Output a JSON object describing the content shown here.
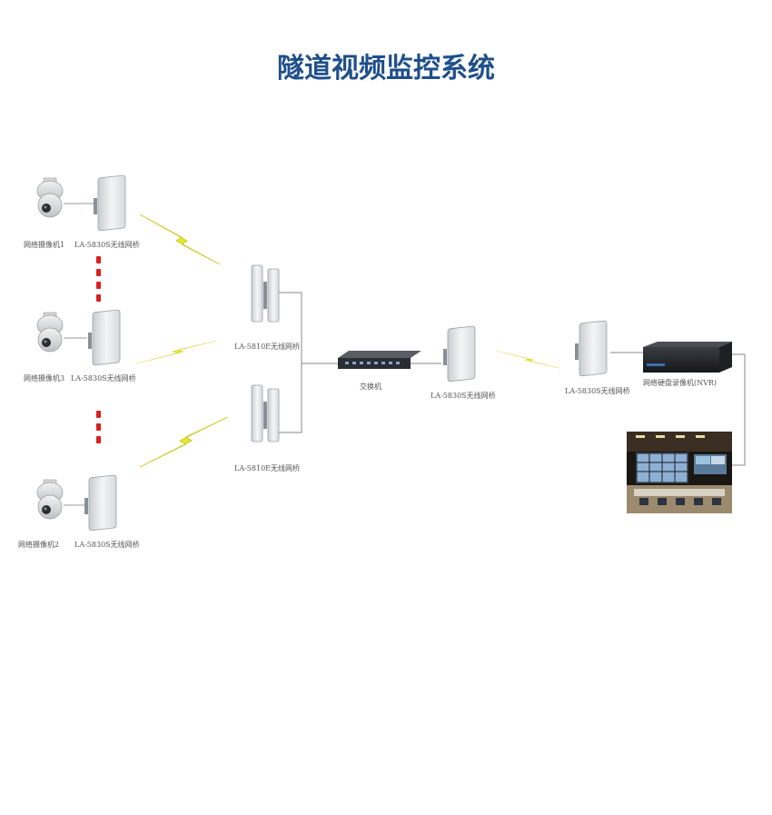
{
  "title": "隧道视频监控系统",
  "colors": {
    "title": "#1f4f8a",
    "bolt": "#e6e82a",
    "bolt_stroke": "#c6c81a",
    "dots": "#d8201e",
    "line": "#888888"
  },
  "labels": {
    "cam1": "网络摄像机1",
    "cam1_bridge": "LA-5830S无线网桥",
    "cam3": "网络摄像机3",
    "cam3_bridge": "LA-5830S无线网桥",
    "cam2": "网络摄像机2",
    "cam2_bridge": "LA-5830S无线网桥",
    "hub_top": "LA-5810E无线网桥",
    "hub_bottom": "LA-5810E无线网桥",
    "switch": "交换机",
    "bridge_mid": "LA-5830S无线网桥",
    "bridge_right": "LA-5830S无线网桥",
    "nvr": "网络硬盘录像机(NVR)"
  },
  "icons": [
    "dome-camera-icon",
    "panel-antenna-icon",
    "sector-antenna-icon",
    "switch-icon",
    "nvr-icon",
    "monitoring-center-image",
    "wireless-bolt-icon"
  ]
}
